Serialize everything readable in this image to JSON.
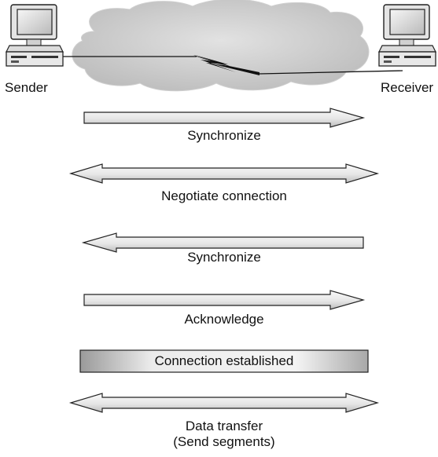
{
  "endpoints": {
    "sender": "Sender",
    "receiver": "Receiver"
  },
  "steps": [
    {
      "label": "Synchronize",
      "direction": "right"
    },
    {
      "label": "Negotiate connection",
      "direction": "both"
    },
    {
      "label": "Synchronize",
      "direction": "left"
    },
    {
      "label": "Acknowledge",
      "direction": "right"
    },
    {
      "label": "Connection established",
      "direction": "none"
    },
    {
      "label": "Data transfer",
      "label2": "(Send segments)",
      "direction": "both"
    }
  ],
  "colors": {
    "arrow_fill_light": "#f4f4f4",
    "arrow_fill_dark": "#bdbdbd",
    "cloud": "#c9c9c9",
    "stroke": "#222222"
  },
  "icons": [
    "computer-icon",
    "cloud-icon",
    "lightning-icon"
  ]
}
